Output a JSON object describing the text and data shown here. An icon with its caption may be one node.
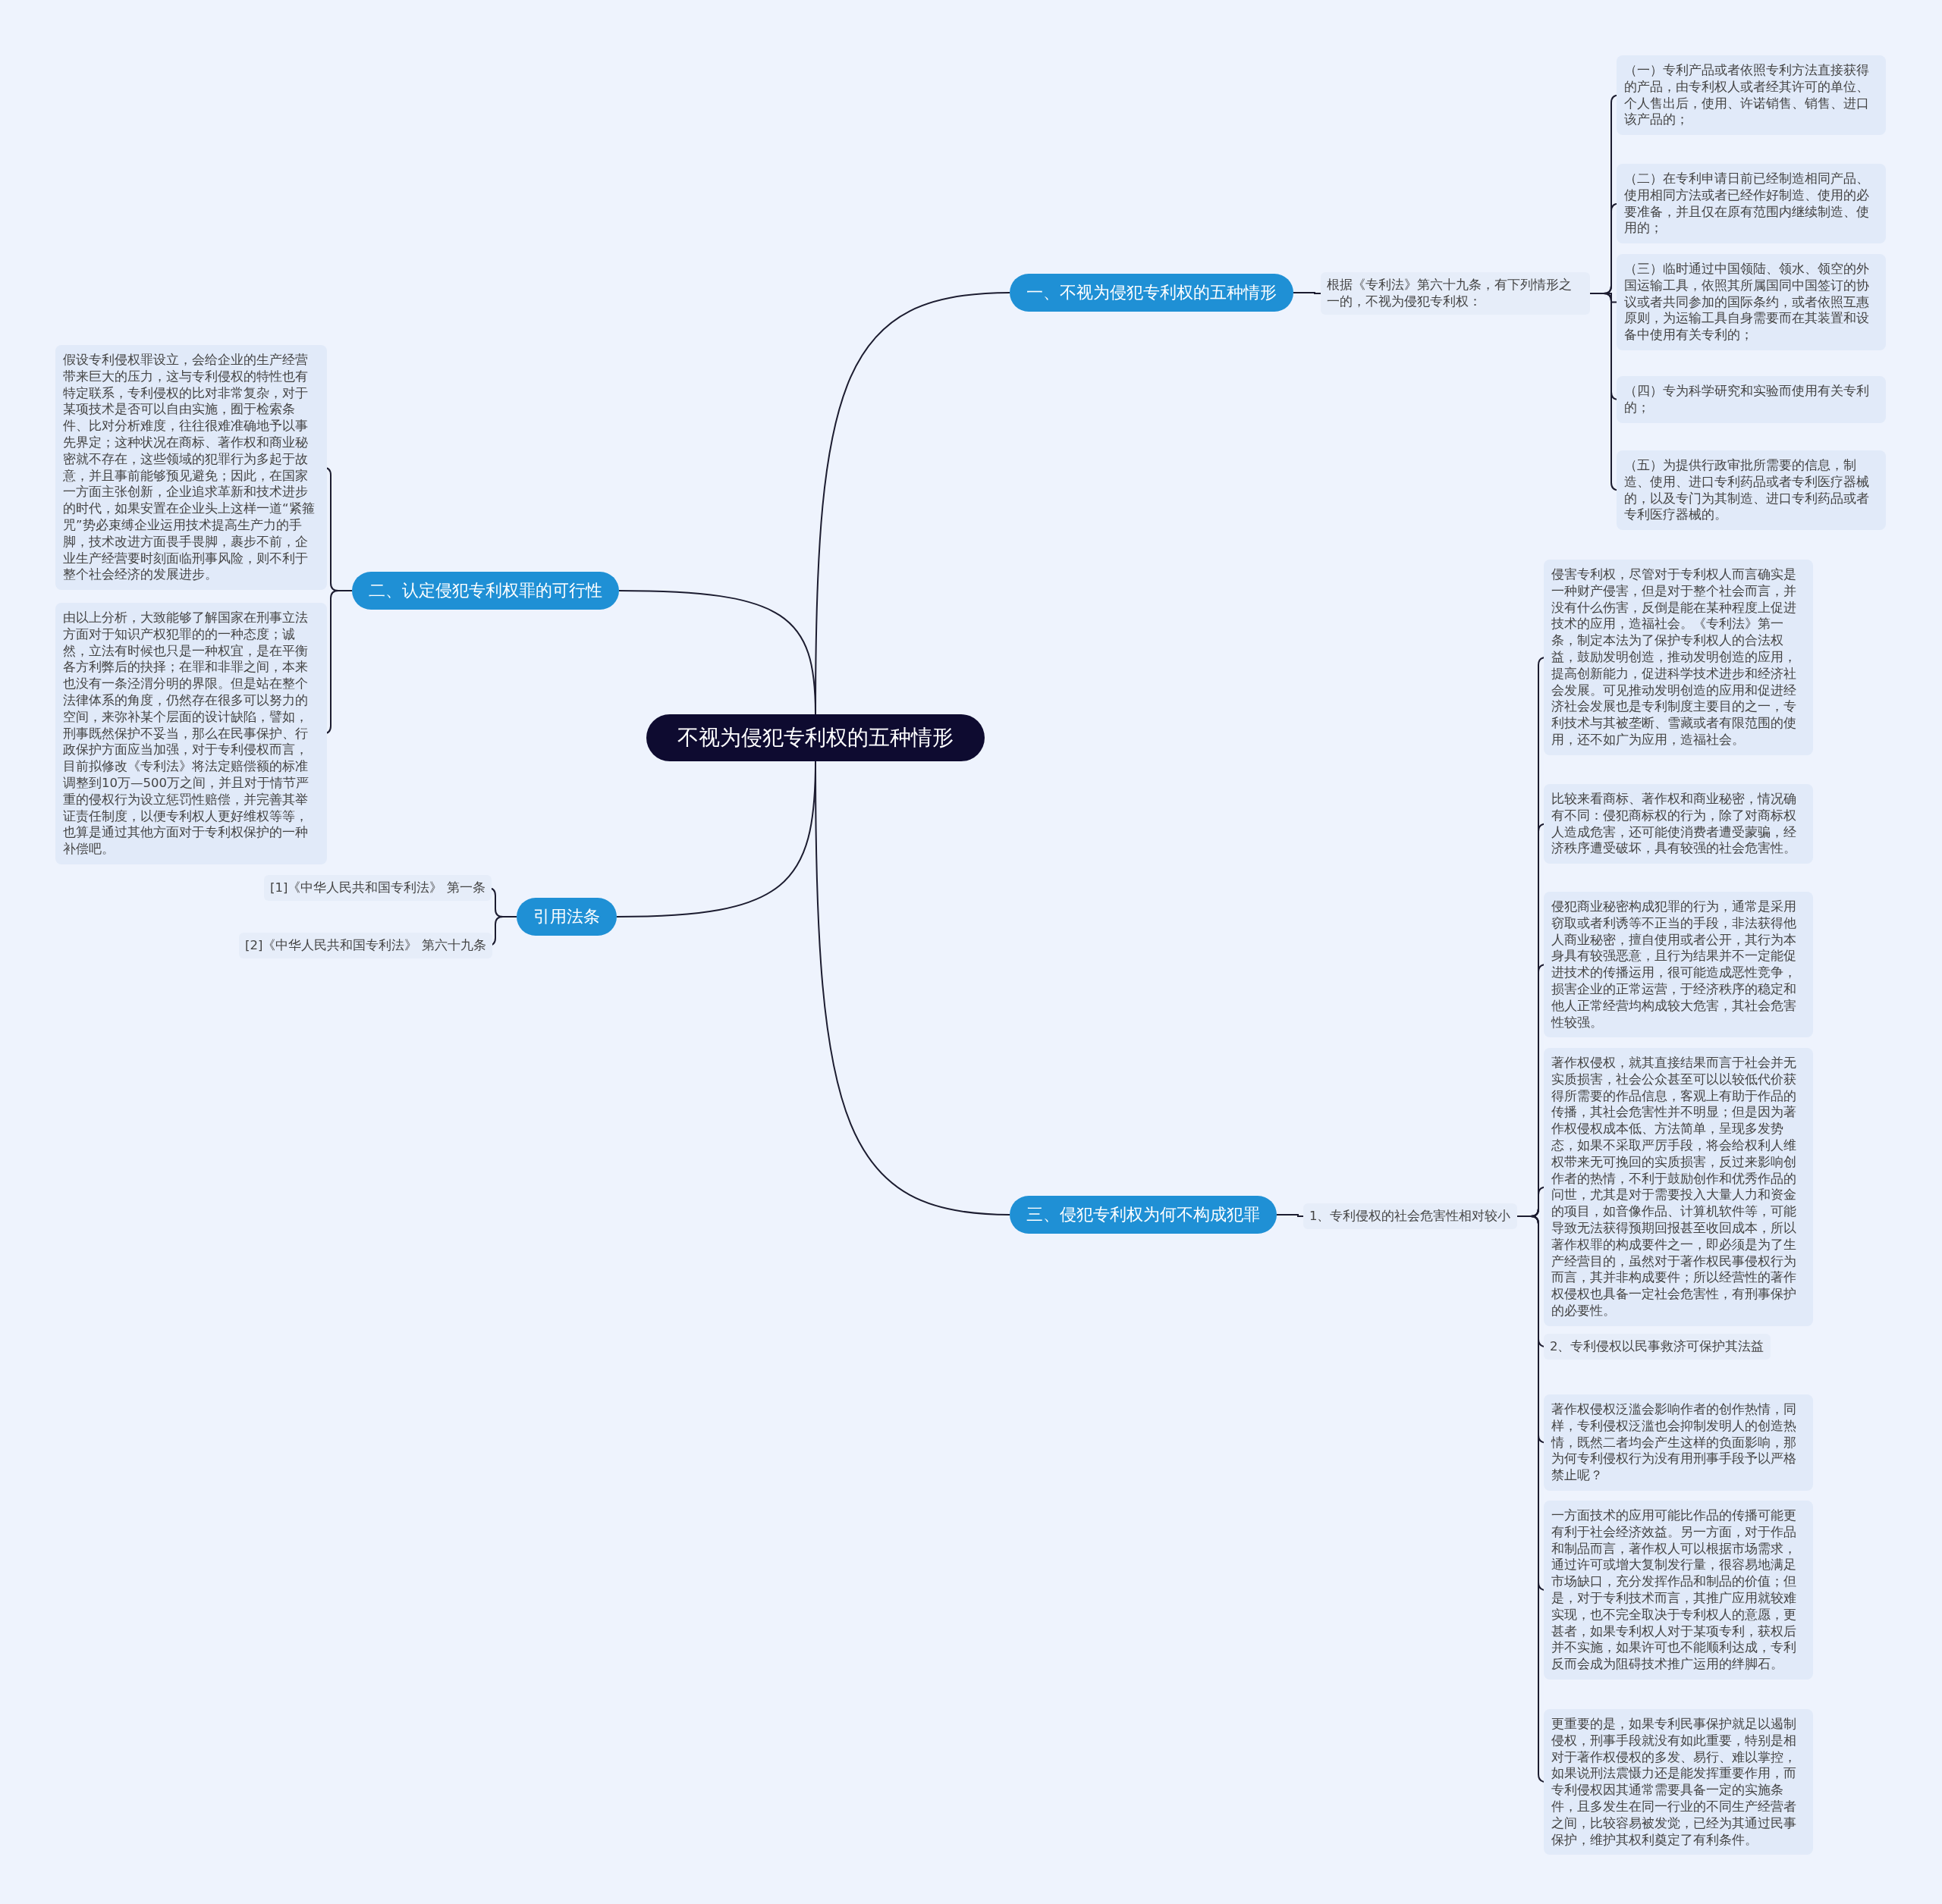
{
  "diagram": {
    "nodes": [
      {
        "text": [
          "不视为侵犯专利权的五种情形"
        ]
      },
      {
        "text": [
          "一、不视为侵犯专利权的五种情形"
        ]
      },
      {
        "text": [
          "根据《专利法》第六十九条，有下列情形之一的，不视为侵犯专利权："
        ]
      },
      {
        "text": [
          "（一）专利产品或者依照专利方法直接获得的产品，由专利权人或者经其许可的单位、个人售出后，使用、许诺销售、销售、进口该产品的；"
        ]
      },
      {
        "text": [
          "（二）在专利申请日前已经制造相同产品、使用相同方法或者已经作好制造、使用的必要准备，并且仅在原有范围内继续制造、使用的；"
        ]
      },
      {
        "text": [
          "（三）临时通过中国领陆、领水、领空的外国运输工具，依照其所属国同中国签订的协议或者共同参加的国际条约，或者依照互惠原则，为运输工具自身需要而在其装置和设备中使用有关专利的；"
        ]
      },
      {
        "text": [
          "（四）专为科学研究和实验而使用有关专利的；"
        ]
      },
      {
        "text": [
          "（五）为提供行政审批所需要的信息，制造、使用、进口专利药品或者专利医疗器械的，以及专门为其制造、进口专利药品或者专利医疗器械的。"
        ]
      },
      {
        "text": [
          "二、认定侵犯专利权罪的可行性"
        ]
      },
      {
        "text": [
          "假设专利侵权罪设立，会给企业的生产经营带来巨大的压力，这与专利侵权的特性也有特定联系，专利侵权的比对非常复杂，对于某项技术是否可以自由实施，囿于检索条件、比对分析难度，往往很难准确地予以事先界定；这种状况在商标、著作权和商业秘密就不存在，这些领域的犯罪行为多起于故意，并且事前能够预见避免；因此，在国家一方面主张创新，企业追求革新和技术进步的时代，如果安置在企业头上这样一道“紧箍咒”势必束缚企业运用技术提高生产力的手脚，技术改进方面畏手畏脚，裹步不前，企业生产经营要时刻面临刑事风险，则不利于整个社会经济的发展进步。"
        ]
      },
      {
        "text": [
          "由以上分析，大致能够了解国家在刑事立法方面对于知识产权犯罪的的一种态度；诚然，立法有时候也只是一种权宜，是在平衡各方利弊后的抉择；在罪和非罪之间，本来也没有一条泾渭分明的界限。但是站在整个法律体系的角度，仍然存在很多可以努力的空间，来弥补某个层面的设计缺陷，譬如，刑事既然保护不妥当，那么在民事保护、行政保护方面应当加强，对于专利侵权而言，目前拟修改《专利法》将法定赔偿额的标准调整到10万—500万之间，并且对于情节严重的侵权行为设立惩罚性赔偿，并完善其举证责任制度，以便专利权人更好维权等等，也算是通过其他方面对于专利权保护的一种补偿吧。"
        ]
      },
      {
        "text": [
          "引用法条"
        ]
      },
      {
        "text": [
          "[1]《中华人民共和国专利法》 第一条"
        ]
      },
      {
        "text": [
          "[2]《中华人民共和国专利法》 第六十九条"
        ]
      },
      {
        "text": [
          "三、侵犯专利权为何不构成犯罪"
        ]
      },
      {
        "text": [
          "1、专利侵权的社会危害性相对较小"
        ]
      },
      {
        "text": [
          "侵害专利权，尽管对于专利权人而言确实是一种财产侵害，但是对于整个社会而言，并没有什么伤害，反倒是能在某种程度上促进技术的应用，造福社会。《专利法》第一条，制定本法为了保护专利权人的合法权益，鼓励发明创造，推动发明创造的应用，提高创新能力，促进科学技术进步和经济社会发展。可见推动发明创造的应用和促进经济社会发展也是专利制度主要目的之一，专利技术与其被垄断、雪藏或者有限范围的使用，还不如广为应用，造福社会。"
        ]
      },
      {
        "text": [
          "比较来看商标、著作权和商业秘密，情况确有不同：侵犯商标权的行为，除了对商标权人造成危害，还可能使消费者遭受蒙骗，经济秩序遭受破坏，具有较强的社会危害性。"
        ]
      },
      {
        "text": [
          "侵犯商业秘密构成犯罪的行为，通常是采用窃取或者利诱等不正当的手段，非法获得他人商业秘密，擅自使用或者公开，其行为本身具有较强恶意，且行为结果并不一定能促进技术的传播运用，很可能造成恶性竞争，损害企业的正常运营，于经济秩序的稳定和他人正常经营均构成较大危害，其社会危害性较强。"
        ]
      },
      {
        "text": [
          "著作权侵权，就其直接结果而言于社会并无实质损害，社会公众甚至可以以较低代价获得所需要的作品信息，客观上有助于作品的传播，其社会危害性并不明显；但是因为著作权侵权成本低、方法简单，呈现多发势态，如果不采取严厉手段，将会给权利人维权带来无可挽回的实质损害，反过来影响创作者的热情，不利于鼓励创作和优秀作品的问世，尤其是对于需要投入大量人力和资金的项目，如音像作品、计算机软件等，可能导致无法获得预期回报甚至收回成本，所以著作权罪的构成要件之一，即必须是为了生产经营目的，虽然对于著作权民事侵权行为而言，其并非构成要件；所以经营性的著作权侵权也具备一定社会危害性，有刑事保护的必要性。"
        ]
      },
      {
        "text": [
          "2、专利侵权以民事救济可保护其法益"
        ]
      },
      {
        "text": [
          "著作权侵权泛滥会影响作者的创作热情，同样，专利侵权泛滥也会抑制发明人的创造热情，既然二者均会产生这样的负面影响，那为何专利侵权行为没有用刑事手段予以严格禁止呢？"
        ]
      },
      {
        "text": [
          "一方面技术的应用可能比作品的传播可能更有利于社会经济效益。另一方面，对于作品和制品而言，著作权人可以根据市场需求，通过许可或增大复制发行量，很容易地满足市场缺口，充分发挥作品和制品的价值；但是，对于专利技术而言，其推广应用就较难实现，也不完全取决于专利权人的意愿，更甚者，如果专利权人对于某项专利，获权后并不实施，如果许可也不能顺利达成，专利反而会成为阻碍技术推广运用的绊脚石。"
        ]
      },
      {
        "text": [
          "更重要的是，如果专利民事保护就足以遏制侵权，刑事手段就没有如此重要，特别是相对于著作权侵权的多发、易行、难以掌控，如果说刑法震慑力还是能发挥重要作用，而专利侵权因其通常需要具备一定的实施条件，且多发生在同一行业的不同生产经营者之间，比较容易被发觉，已经为其通过民事保护，维护其权利奠定了有利条件。"
        ]
      }
    ],
    "edges": [
      {
        "from": 0,
        "to": 1,
        "arrow": "none"
      },
      {
        "from": 1,
        "to": 2,
        "arrow": "none"
      },
      {
        "from": 2,
        "to": 3,
        "arrow": "none"
      },
      {
        "from": 2,
        "to": 4,
        "arrow": "none"
      },
      {
        "from": 2,
        "to": 5,
        "arrow": "none"
      },
      {
        "from": 2,
        "to": 6,
        "arrow": "none"
      },
      {
        "from": 2,
        "to": 7,
        "arrow": "none"
      },
      {
        "from": 0,
        "to": 8,
        "arrow": "none"
      },
      {
        "from": 8,
        "to": 9,
        "arrow": "none"
      },
      {
        "from": 8,
        "to": 10,
        "arrow": "none"
      },
      {
        "from": 0,
        "to": 11,
        "arrow": "none"
      },
      {
        "from": 11,
        "to": 12,
        "arrow": "none"
      },
      {
        "from": 11,
        "to": 13,
        "arrow": "none"
      },
      {
        "from": 0,
        "to": 14,
        "arrow": "none"
      },
      {
        "from": 14,
        "to": 15,
        "arrow": "none"
      },
      {
        "from": 15,
        "to": 16,
        "arrow": "none"
      },
      {
        "from": 15,
        "to": 17,
        "arrow": "none"
      },
      {
        "from": 15,
        "to": 18,
        "arrow": "none"
      },
      {
        "from": 15,
        "to": 19,
        "arrow": "none"
      },
      {
        "from": 15,
        "to": 20,
        "arrow": "none"
      },
      {
        "from": 15,
        "to": 21,
        "arrow": "none"
      },
      {
        "from": 15,
        "to": 22,
        "arrow": "none"
      },
      {
        "from": 15,
        "to": 23,
        "arrow": "none"
      }
    ]
  }
}
